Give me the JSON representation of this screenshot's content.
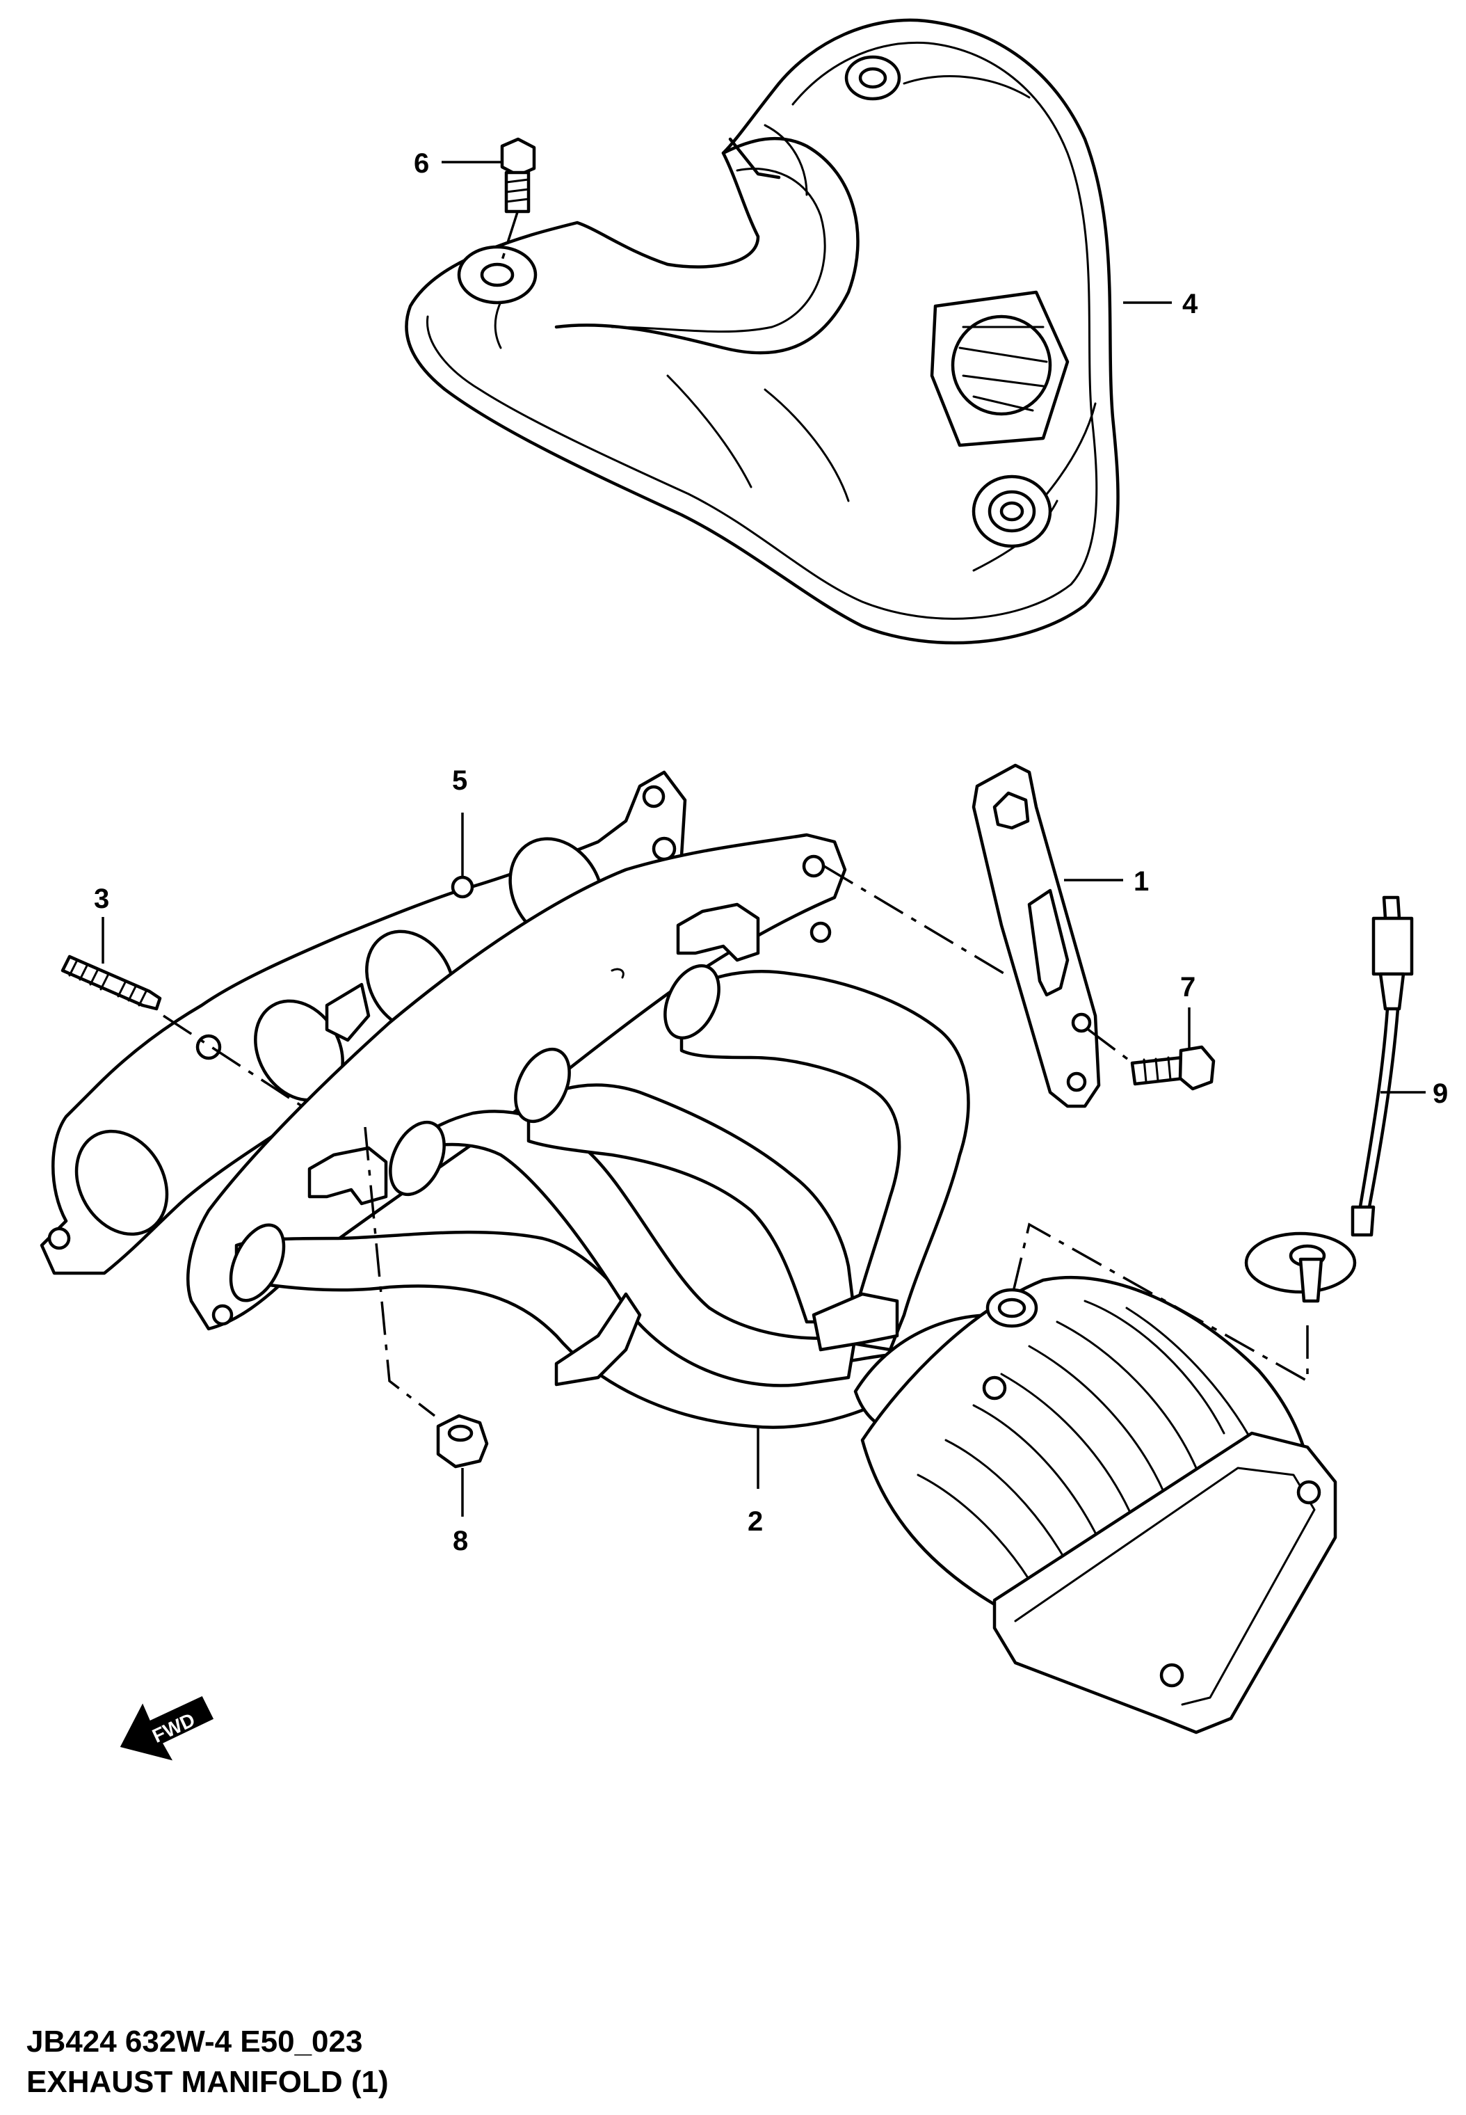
{
  "callouts": {
    "p1": "1",
    "p2": "2",
    "p3": "3",
    "p4": "4",
    "p5": "5",
    "p6": "6",
    "p7": "7",
    "p8": "8",
    "p9": "9"
  },
  "fwd_label": "FWD",
  "caption": {
    "code": "JB424 632W-4 E50_023",
    "title": "EXHAUST MANIFOLD (1)"
  }
}
